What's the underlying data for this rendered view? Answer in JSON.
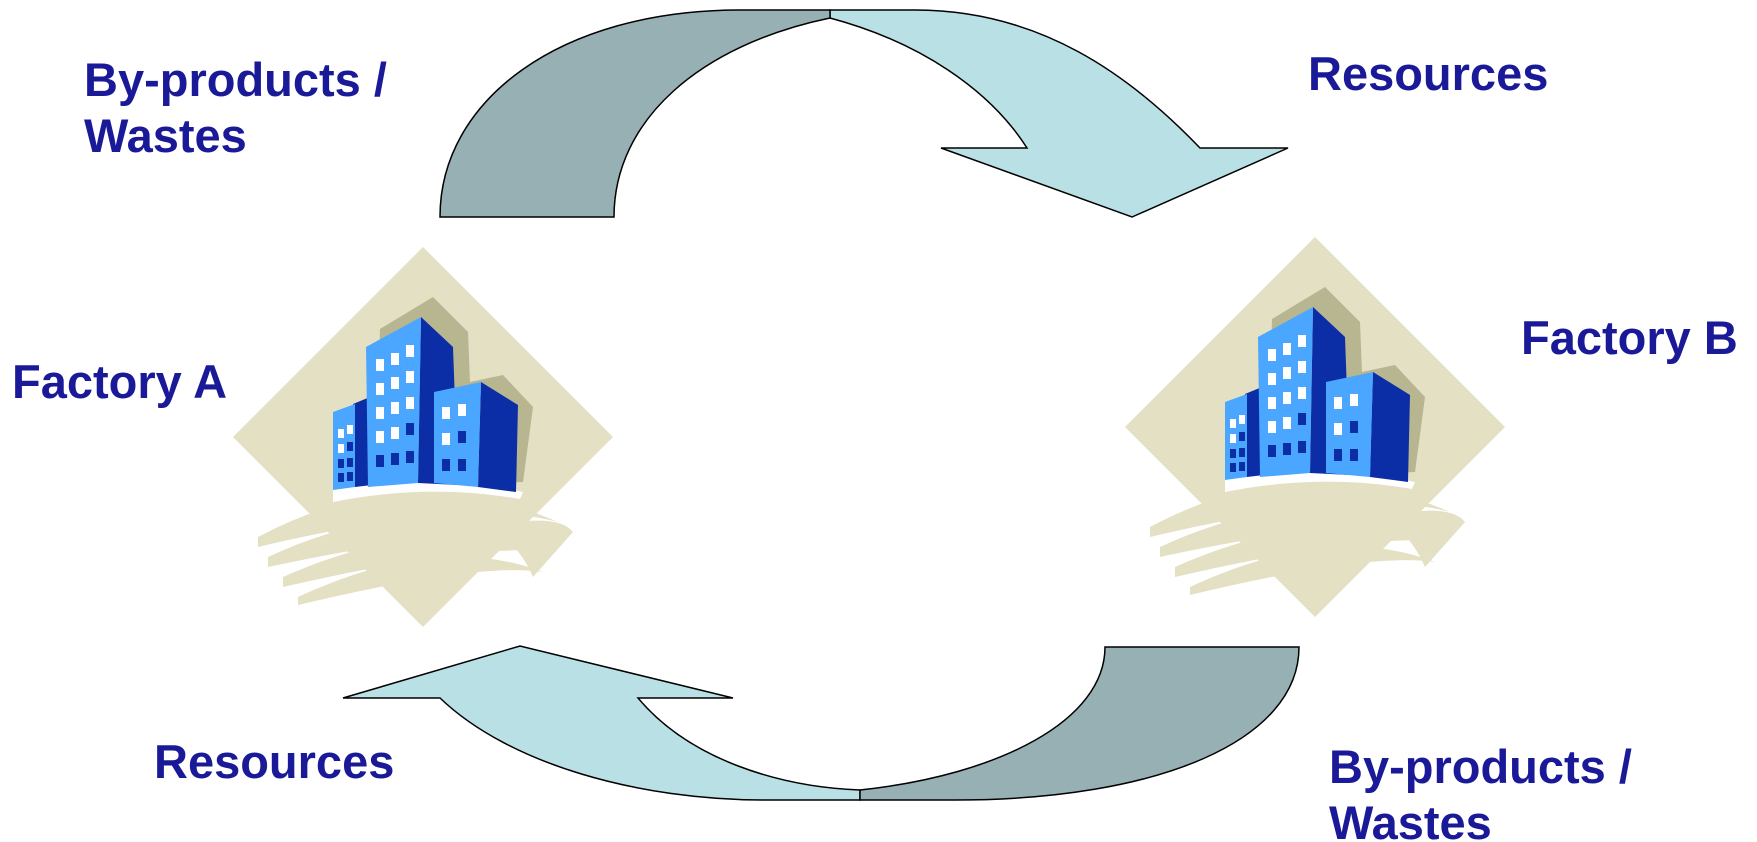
{
  "labels": {
    "top_left_line1": "By-products /",
    "top_left_line2": "Wastes",
    "top_right": "Resources",
    "factory_a": "Factory A",
    "factory_b": "Factory B",
    "bottom_left": "Resources",
    "bottom_right_line1": "By-products /",
    "bottom_right_line2": "Wastes"
  },
  "colors": {
    "text": "#1a1a99",
    "arrow_dark": "#97b0b4",
    "arrow_light": "#b9e0e4",
    "diamond": "#e3e0c4",
    "shadow": "#b8b591",
    "building_light": "#4aa6ff",
    "building_dark": "#0b2ea6",
    "window": "#ffffff",
    "stroke": "#000000"
  },
  "icons": {
    "factory_a": "office-buildings-icon",
    "factory_b": "office-buildings-icon"
  }
}
